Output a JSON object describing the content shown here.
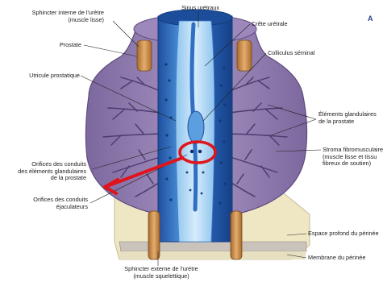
{
  "figure": {
    "plate_letter": "A",
    "labels": {
      "sphincter_interne": "Sphincter interne de l'urètre\n(muscle lisse)",
      "prostate": "Prostate",
      "utricule": "Utricule prostatique",
      "orifices_glandulaires": "Orifices des conduits\ndes éléments glandulaires\nde la prostate",
      "orifices_ejaculateurs": "Orifices des conduits\néjaculateurs",
      "sinus": "Sinus urétraux",
      "crete": "Crête urétrale",
      "colliculus": "Colliculus séminal",
      "elements_glandulaires": "Éléments glandulaires\nde la prostate",
      "stroma": "Stroma fibromusculaire\n(muscle lisse et tissu\nfibreux de soutien)",
      "espace_profond": "Espace profond du périnée",
      "membrane": "Membrane du périnée",
      "sphincter_externe": "Sphincter externe de l'urètre\n(muscle squelettique)"
    }
  },
  "colors": {
    "stroma": "#8f7aae",
    "urethra_blue": "#2f6fc4",
    "sphincter": "#c98c4a",
    "annotation_red": "#e0141b",
    "perineum_beige": "#efe7c4"
  }
}
